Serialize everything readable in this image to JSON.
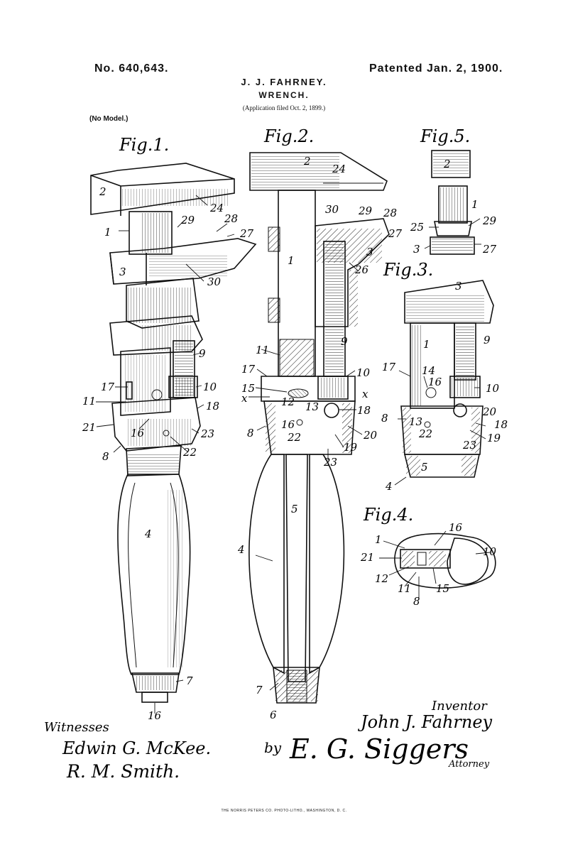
{
  "header": {
    "patent_number": "No. 640,643.",
    "patent_date": "Patented Jan. 2, 1900.",
    "inventor": "J. J. FAHRNEY.",
    "title": "WRENCH.",
    "application": "(Application filed Oct. 2, 1899.)",
    "no_model": "(No Model.)"
  },
  "figures": {
    "fig1": "Fig.1.",
    "fig2": "Fig.2.",
    "fig3": "Fig.3.",
    "fig4": "Fig.4.",
    "fig5": "Fig.5."
  },
  "labels": {
    "fig1": [
      "2",
      "24",
      "1",
      "29",
      "28",
      "27",
      "3",
      "30",
      "9",
      "17",
      "10",
      "11",
      "18",
      "21",
      "16",
      "23",
      "8",
      "22",
      "4",
      "7",
      "16"
    ],
    "fig2": [
      "2",
      "24",
      "30",
      "29",
      "28",
      "27",
      "3",
      "1",
      "26",
      "9",
      "11",
      "17",
      "10",
      "15",
      "x",
      "12",
      "13",
      "x",
      "18",
      "8",
      "16",
      "22",
      "20",
      "19",
      "23",
      "5",
      "4",
      "7",
      "6"
    ],
    "fig3": [
      "3",
      "1",
      "9",
      "17",
      "14",
      "16",
      "10",
      "8",
      "13",
      "22",
      "20",
      "18",
      "19",
      "23",
      "5",
      "4"
    ],
    "fig4": [
      "1",
      "16",
      "10",
      "21",
      "12",
      "11",
      "15",
      "8"
    ],
    "fig5": [
      "2",
      "1",
      "25",
      "29",
      "3",
      "27"
    ]
  },
  "signatures": {
    "witnesses_label": "Witnesses",
    "witness1": "Edwin G. McKee.",
    "witness2": "R. M. Smith.",
    "inventor_label": "Inventor",
    "inventor_name": "John J. Fahrney",
    "by": "by",
    "attorney_signature": "E. G. Siggers",
    "attorney_label": "Attorney"
  },
  "footer": "THE NORRIS PETERS CO. PHOTO-LITHO., WASHINGTON, D. C."
}
